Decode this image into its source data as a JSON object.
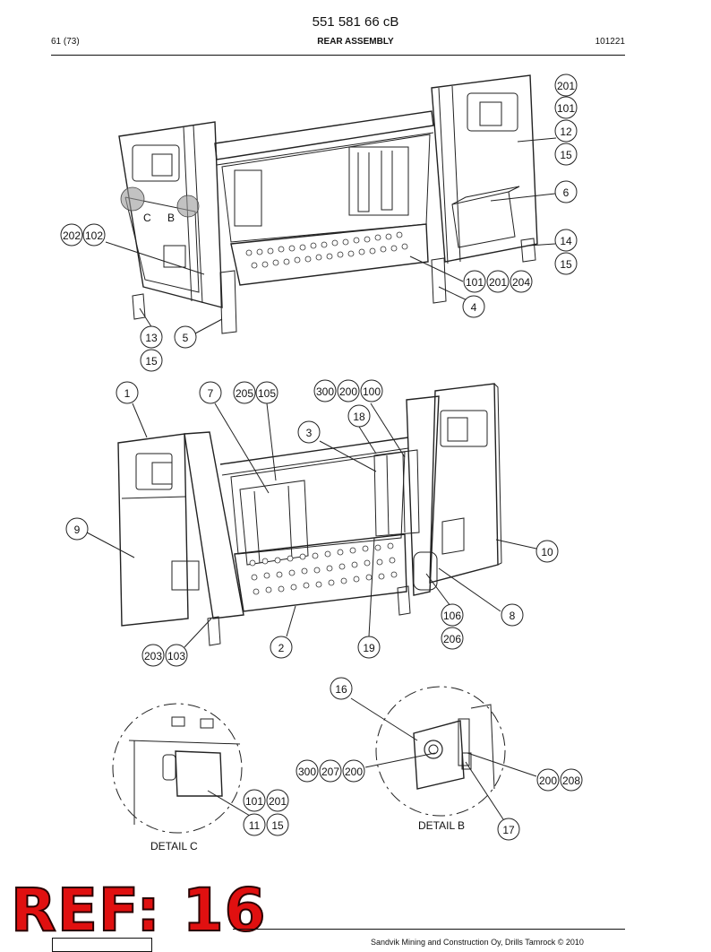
{
  "header": {
    "doc_number": "551 581 66 cB",
    "page": "61 (73)",
    "title": "REAR ASSEMBLY",
    "date_code": "101221"
  },
  "detail_labels": {
    "c": "C",
    "b": "B",
    "detail_c": "DETAIL  C",
    "detail_b": "DETAIL  B"
  },
  "balloons": [
    {
      "id": "b201a",
      "text": "201"
    },
    {
      "id": "b101a",
      "text": "101"
    },
    {
      "id": "b12",
      "text": "12"
    },
    {
      "id": "b15a",
      "text": "15"
    },
    {
      "id": "b6",
      "text": "6"
    },
    {
      "id": "b14",
      "text": "14"
    },
    {
      "id": "b15b",
      "text": "15"
    },
    {
      "id": "b202",
      "text": "202"
    },
    {
      "id": "b102",
      "text": "102"
    },
    {
      "id": "b101b",
      "text": "101"
    },
    {
      "id": "b201b",
      "text": "201"
    },
    {
      "id": "b204",
      "text": "204"
    },
    {
      "id": "b4",
      "text": "4"
    },
    {
      "id": "b13",
      "text": "13"
    },
    {
      "id": "b5",
      "text": "5"
    },
    {
      "id": "b15c",
      "text": "15"
    },
    {
      "id": "b1",
      "text": "1"
    },
    {
      "id": "b7",
      "text": "7"
    },
    {
      "id": "b205",
      "text": "205"
    },
    {
      "id": "b105",
      "text": "105"
    },
    {
      "id": "b300a",
      "text": "300"
    },
    {
      "id": "b200a",
      "text": "200"
    },
    {
      "id": "b100",
      "text": "100"
    },
    {
      "id": "b18",
      "text": "18"
    },
    {
      "id": "b3",
      "text": "3"
    },
    {
      "id": "b9",
      "text": "9"
    },
    {
      "id": "b10",
      "text": "10"
    },
    {
      "id": "b106",
      "text": "106"
    },
    {
      "id": "b8",
      "text": "8"
    },
    {
      "id": "b206",
      "text": "206"
    },
    {
      "id": "b203",
      "text": "203"
    },
    {
      "id": "b103",
      "text": "103"
    },
    {
      "id": "b2",
      "text": "2"
    },
    {
      "id": "b19",
      "text": "19"
    },
    {
      "id": "b16",
      "text": "16"
    },
    {
      "id": "b300b",
      "text": "300"
    },
    {
      "id": "b207",
      "text": "207"
    },
    {
      "id": "b200b",
      "text": "200"
    },
    {
      "id": "b200c",
      "text": "200"
    },
    {
      "id": "b208",
      "text": "208"
    },
    {
      "id": "b101c",
      "text": "101"
    },
    {
      "id": "b201c",
      "text": "201"
    },
    {
      "id": "b11",
      "text": "11"
    },
    {
      "id": "b15d",
      "text": "15"
    },
    {
      "id": "b17",
      "text": "17"
    }
  ],
  "stamp": {
    "ref": "REF: 16"
  },
  "footer": {
    "copyright": "Sandvik Mining and Construction Oy, Drills Tamrock © 2010"
  },
  "colors": {
    "stamp_fill": "#e01010",
    "stamp_outline": "#2a0000",
    "line": "#222222"
  }
}
